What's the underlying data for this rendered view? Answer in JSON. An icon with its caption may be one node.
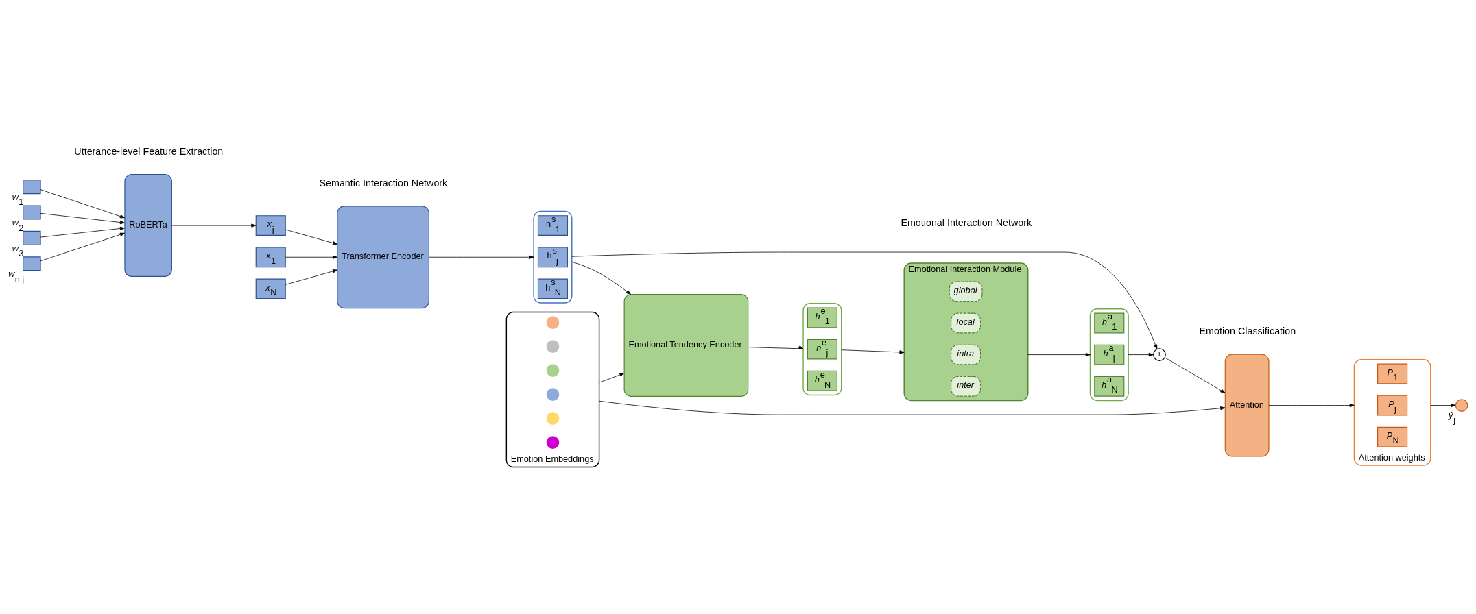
{
  "diagram": {
    "nodes": [
      {
        "text": [],
        "shape": "box",
        "beside": [
          "*w*$_{1}$"
        ]
      },
      {
        "text": [],
        "shape": "box",
        "beside": [
          "*w*$_{2}$"
        ]
      },
      {
        "text": [],
        "shape": "box",
        "beside": [
          "*w*$_{3}$"
        ]
      },
      {
        "text": [],
        "shape": "box",
        "beside": [
          "*w*$_{n j}$"
        ]
      },
      {
        "text": [
          "RoBERTa"
        ]
      },
      {
        "text": [
          "*x*$_{1}$"
        ]
      },
      {
        "text": [
          "*x*$_{j}$"
        ]
      },
      {
        "text": [
          "*x*$_{N}$"
        ]
      },
      {
        "text": [
          "Transformer Encoder"
        ]
      },
      {
        "text": [],
        "shape": "box"
      },
      {
        "text": [
          "h$^{s}$$_{1}$"
        ],
        "in": 9
      },
      {
        "text": [
          "h$^{s}$$_{j}$"
        ],
        "in": 9
      },
      {
        "text": [
          "h$^{s}$$_{N}$"
        ],
        "in": 9
      },
      {
        "text": [
          "Emotional Tendency Encoder"
        ]
      },
      {
        "text": [],
        "shape": "box"
      },
      {
        "text": [
          "*h*$^{e}$$_{1}$"
        ],
        "in": 14
      },
      {
        "text": [
          "*h*$^{e}$$_{j}$"
        ],
        "in": 14
      },
      {
        "text": [
          "*h*$^{e}$$_{N}$"
        ],
        "in": 14
      },
      {
        "text": [
          "Emotional Interaction Module"
        ]
      },
      {
        "text": [
          "*global*"
        ],
        "in": 18
      },
      {
        "text": [
          "*local*"
        ],
        "in": 18
      },
      {
        "text": [
          "*intra*"
        ],
        "in": 18
      },
      {
        "text": [
          "*inter*"
        ],
        "in": 18
      },
      {
        "text": [],
        "shape": "box"
      },
      {
        "text": [
          "*h*$^{a}$$_{1}$"
        ],
        "in": 23
      },
      {
        "text": [
          "*h*$^{a}$$_{j}$"
        ],
        "in": 23
      },
      {
        "text": [
          "*h*$^{a}$$_{N}$"
        ],
        "in": 23
      },
      {
        "text": [
          "+"
        ]
      },
      {
        "text": [
          "Attention"
        ]
      },
      {
        "text": [],
        "shape": "box",
        "beside": [
          "Attention weights"
        ]
      },
      {
        "text": [
          "*P*$_{1}$"
        ],
        "in": 29
      },
      {
        "text": [
          "*P*$_{j}$"
        ],
        "in": 29
      },
      {
        "text": [
          "*P*$_{N}$"
        ],
        "in": 29
      },
      {
        "text": [],
        "shape": "circle",
        "beside": [
          "*ŷ*$_{j}$"
        ]
      },
      {
        "text": [],
        "shape": "box",
        "beside": [
          "Emotion Embeddings"
        ]
      },
      {
        "text": [],
        "shape": "circle",
        "in": 34
      },
      {
        "text": [],
        "shape": "circle",
        "in": 34
      },
      {
        "text": [],
        "shape": "circle",
        "in": 34
      },
      {
        "text": [],
        "shape": "circle",
        "in": 34
      },
      {
        "text": [],
        "shape": "circle",
        "in": 34
      },
      {
        "text": [],
        "shape": "circle",
        "in": 34
      }
    ],
    "edges": [
      {
        "from": 0,
        "to": 4,
        "arrow": "to"
      },
      {
        "from": 1,
        "to": 4,
        "arrow": "to"
      },
      {
        "from": 2,
        "to": 4,
        "arrow": "to"
      },
      {
        "from": 3,
        "to": 4,
        "arrow": "to"
      },
      {
        "from": 4,
        "to": 6,
        "arrow": "to"
      },
      {
        "from": 5,
        "to": 8,
        "arrow": "to"
      },
      {
        "from": 6,
        "to": 8,
        "arrow": "to"
      },
      {
        "from": 7,
        "to": 8,
        "arrow": "to"
      },
      {
        "from": 8,
        "to": 9,
        "arrow": "to"
      },
      {
        "from": 9,
        "to": 13,
        "arrow": "to"
      },
      {
        "from": 9,
        "to": 27,
        "arrow": "to"
      },
      {
        "from": 13,
        "to": 14,
        "arrow": "to"
      },
      {
        "from": 14,
        "to": 18,
        "arrow": "to"
      },
      {
        "from": 18,
        "to": 23,
        "arrow": "to"
      },
      {
        "from": 23,
        "to": 27,
        "arrow": "to"
      },
      {
        "from": 27,
        "to": 28,
        "arrow": "to"
      },
      {
        "from": 28,
        "to": 29,
        "arrow": "to"
      },
      {
        "from": 29,
        "to": 33,
        "arrow": "to"
      },
      {
        "from": 34,
        "to": 13,
        "arrow": "to"
      },
      {
        "from": 34,
        "to": 28,
        "arrow": "to"
      }
    ],
    "labels": [
      "Utterance-level Feature Extraction",
      "Semantic Interaction Network",
      "Emotional Interaction Network",
      "Emotion Classification"
    ]
  }
}
